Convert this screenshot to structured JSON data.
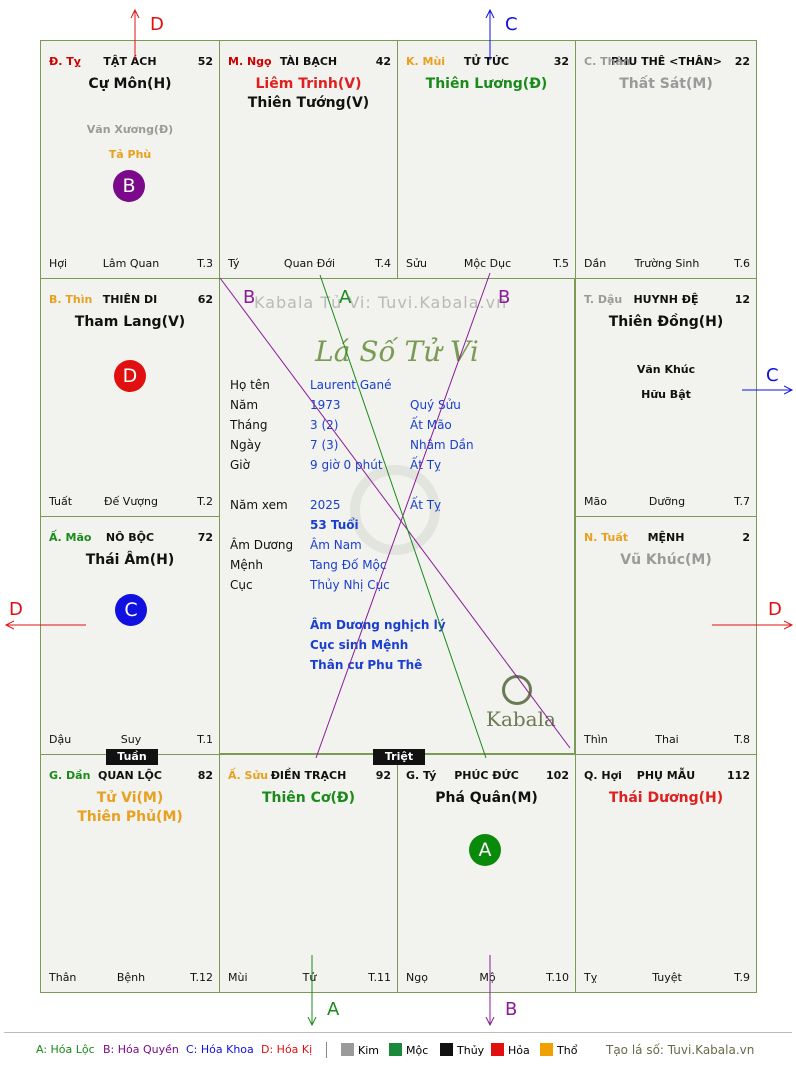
{
  "palaces": [
    {
      "id": "ty-dong",
      "branch": "Đ. Tỵ",
      "branch_color": "#cc0000",
      "name": "TẬT ÁCH",
      "num": "52",
      "stars": [
        {
          "t": "Cự Môn(H)",
          "c": "#111"
        }
      ],
      "minors": [
        {
          "t": "Văn Xương(Đ)",
          "c": "#9a9a9a"
        },
        {
          "t": "Tả Phù",
          "c": "#e8a020"
        }
      ],
      "b_left": "Hợi",
      "b_center": "Lâm Quan",
      "b_right": "T.3"
    },
    {
      "id": "ngo",
      "branch": "M. Ngọ",
      "branch_color": "#cc0000",
      "name": "TÀI BẠCH",
      "num": "42",
      "stars": [
        {
          "t": "Liêm Trinh(V)",
          "c": "#e02020"
        },
        {
          "t": "Thiên Tướng(V)",
          "c": "#111"
        }
      ],
      "minors": [],
      "b_left": "Tý",
      "b_center": "Quan Đới",
      "b_right": "T.4"
    },
    {
      "id": "mui",
      "branch": "K. Mùi",
      "branch_color": "#e8a020",
      "name": "TỬ TỨC",
      "num": "32",
      "stars": [
        {
          "t": "Thiên Lương(Đ)",
          "c": "#1a8a1a"
        }
      ],
      "minors": [],
      "b_left": "Sửu",
      "b_center": "Mộc Dục",
      "b_right": "T.5"
    },
    {
      "id": "than",
      "branch": "C. Thân",
      "branch_color": "#9a9a9a",
      "name": "PHU THÊ <THÂN>",
      "num": "22",
      "stars": [
        {
          "t": "Thất Sát(M)",
          "c": "#9a9a9a"
        }
      ],
      "minors": [],
      "b_left": "Dần",
      "b_center": "Trường Sinh",
      "b_right": "T.6"
    },
    {
      "id": "thin",
      "branch": "B. Thìn",
      "branch_color": "#e8a020",
      "name": "THIÊN DI",
      "num": "62",
      "stars": [
        {
          "t": "Tham Lang(V)",
          "c": "#111"
        }
      ],
      "minors": [],
      "b_left": "Tuất",
      "b_center": "Đế Vượng",
      "b_right": "T.2"
    },
    {
      "id": "dau",
      "branch": "T. Dậu",
      "branch_color": "#9a9a9a",
      "name": "HUYNH ĐỆ",
      "num": "12",
      "stars": [
        {
          "t": "Thiên Đồng(H)",
          "c": "#111"
        }
      ],
      "minors": [
        {
          "t": "Văn Khúc",
          "c": "#111"
        },
        {
          "t": "Hữu Bật",
          "c": "#111"
        }
      ],
      "b_left": "Mão",
      "b_center": "Dưỡng",
      "b_right": "T.7"
    },
    {
      "id": "mao",
      "branch": "Ấ. Mão",
      "branch_color": "#1a8a1a",
      "name": "NÔ BỘC",
      "num": "72",
      "stars": [
        {
          "t": "Thái Âm(H)",
          "c": "#111"
        }
      ],
      "minors": [],
      "b_left": "Dậu",
      "b_center": "Suy",
      "b_right": "T.1"
    },
    {
      "id": "tuat",
      "branch": "N. Tuất",
      "branch_color": "#e8a020",
      "name": "MỆNH",
      "num": "2",
      "stars": [
        {
          "t": "Vũ Khúc(M)",
          "c": "#9a9a9a"
        }
      ],
      "minors": [],
      "b_left": "Thìn",
      "b_center": "Thai",
      "b_right": "T.8"
    },
    {
      "id": "dan",
      "branch": "G. Dần",
      "branch_color": "#1a8a1a",
      "name": "QUAN LỘC",
      "num": "82",
      "stars": [
        {
          "t": "Tử Vi(M)",
          "c": "#e8a020"
        },
        {
          "t": "Thiên Phủ(M)",
          "c": "#e8a020"
        }
      ],
      "minors": [],
      "b_left": "Thân",
      "b_center": "Bệnh",
      "b_right": "T.12"
    },
    {
      "id": "suu",
      "branch": "Ấ. Sửu",
      "branch_color": "#e8a020",
      "name": "ĐIỀN TRẠCH",
      "num": "92",
      "stars": [
        {
          "t": "Thiên Cơ(Đ)",
          "c": "#1a8a1a"
        }
      ],
      "minors": [],
      "b_left": "Mùi",
      "b_center": "Tử",
      "b_right": "T.11"
    },
    {
      "id": "ty",
      "branch": "G. Tý",
      "branch_color": "#111111",
      "name": "PHÚC ĐỨC",
      "num": "102",
      "stars": [
        {
          "t": "Phá Quân(M)",
          "c": "#111"
        }
      ],
      "minors": [],
      "b_left": "Ngọ",
      "b_center": "Mộ",
      "b_right": "T.10"
    },
    {
      "id": "hoi",
      "branch": "Q. Hợi",
      "branch_color": "#111111",
      "name": "PHỤ MẪU",
      "num": "112",
      "stars": [
        {
          "t": "Thái Dương(H)",
          "c": "#e02020"
        }
      ],
      "minors": [],
      "b_left": "Tỵ",
      "b_center": "Tuyệt",
      "b_right": "T.9"
    }
  ],
  "badges": [
    {
      "letter": "B",
      "color": "#7a0a8a"
    },
    {
      "letter": "D",
      "color": "#e01010"
    },
    {
      "letter": "C",
      "color": "#1010e0"
    },
    {
      "letter": "A",
      "color": "#0a8a0a"
    }
  ],
  "center": {
    "watermark": "Kabala Tử Vi: Tuvi.Kabala.vn",
    "heading": "Lá Số Tử Vi",
    "rows": [
      {
        "label": "Họ tên",
        "v1": "Laurent Gané",
        "v2": ""
      },
      {
        "label": "Năm",
        "v1": "1973",
        "v2": "Quý Sửu"
      },
      {
        "label": "Tháng",
        "v1": "3  (2)",
        "v2": "Ất Mão"
      },
      {
        "label": "Ngày",
        "v1": "7  (3)",
        "v2": "Nhâm Dần"
      },
      {
        "label": "Giờ",
        "v1": "9 giờ 0 phút",
        "v2": "Ất Tỵ"
      },
      {
        "label": "Năm xem",
        "v1": "2025",
        "v2": "Ất Tỵ"
      },
      {
        "label": "",
        "v1": "53 Tuổi",
        "v2": ""
      },
      {
        "label": "Âm Dương",
        "v1": "Âm Nam",
        "v2": ""
      },
      {
        "label": "Mệnh",
        "v1": "Tang Đố Mộc",
        "v2": ""
      },
      {
        "label": "Cục",
        "v1": "Thủy Nhị Cục",
        "v2": ""
      }
    ],
    "notes": [
      "Âm Dương nghịch lý",
      "Cục sinh Mệnh",
      "Thân cư Phu Thê"
    ],
    "logo_text": "Kabala"
  },
  "tags": {
    "tuan": "Tuần",
    "triet": "Triệt"
  },
  "arrows": {
    "d": "D",
    "c": "C",
    "b": "B",
    "a": "A"
  },
  "legend": {
    "a": "A: Hóa Lộc",
    "b": "B: Hóa Quyền",
    "c": "C: Hóa Khoa",
    "d": "D: Hóa Kị",
    "kim": "Kim",
    "moc": "Mộc",
    "thuy": "Thủy",
    "hoa": "Hỏa",
    "tho": "Thổ",
    "site": "Tạo lá số: Tuvi.Kabala.vn",
    "colors": {
      "kim": "#9a9a9a",
      "moc": "#1a8a3a",
      "thuy": "#111111",
      "hoa": "#e01010",
      "tho": "#f0a000"
    }
  }
}
